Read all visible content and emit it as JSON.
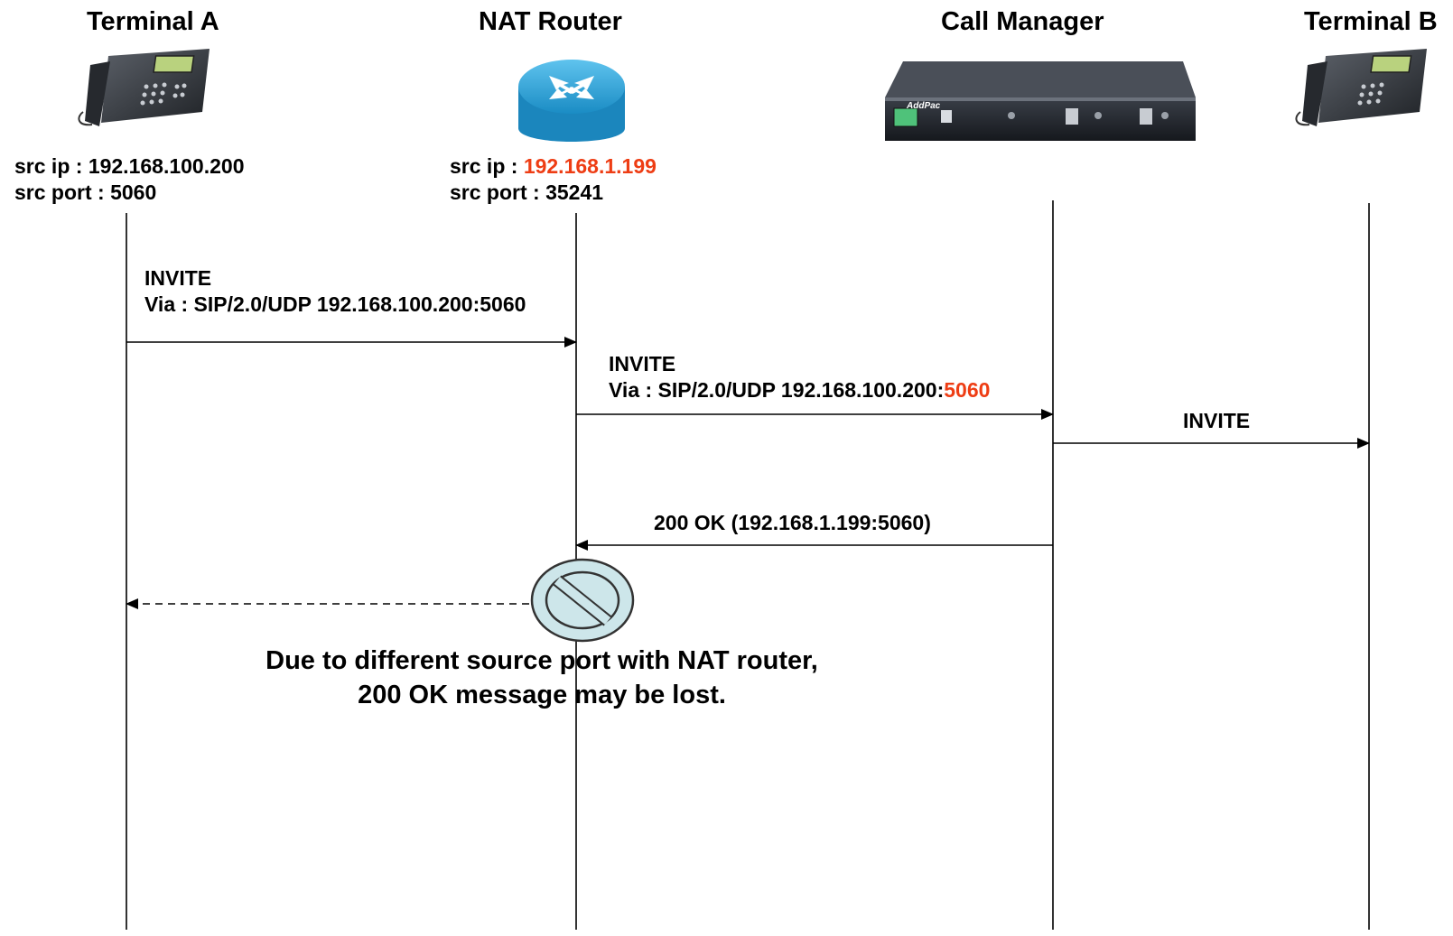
{
  "colors": {
    "highlight": "#ee3d14",
    "line": "#000000",
    "forbidden_fill": "#cde6ea",
    "forbidden_stroke": "#333333"
  },
  "participants": [
    {
      "name": "Terminal A",
      "icon": "desk-phone-icon"
    },
    {
      "name": "NAT Router",
      "icon": "router-icon"
    },
    {
      "name": "Call Manager",
      "icon": "rack-gateway-icon"
    },
    {
      "name": "Terminal B",
      "icon": "desk-phone-icon"
    }
  ],
  "call_manager_brand": "AddPac",
  "terminal_a_info": {
    "ip_label": "src ip : ",
    "ip": "192.168.100.200",
    "port_label": "src port : ",
    "port": "5060"
  },
  "nat_info": {
    "ip_label": "src ip : ",
    "ip": "192.168.1.199",
    "port_label": "src port : ",
    "port": "35241"
  },
  "messages": [
    {
      "line1": "INVITE",
      "line2": "Via : SIP/2.0/UDP 192.168.100.200:5060"
    },
    {
      "line1": "INVITE",
      "line2_prefix": "Via : SIP/2.0/UDP 192.168.100.200:",
      "line2_port": "5060"
    },
    {
      "line1": "INVITE"
    },
    {
      "line1": "200 OK (192.168.1.199:5060)"
    }
  ],
  "note": {
    "line1": "Due to different source port with NAT router,",
    "line2": "200 OK message may be lost."
  }
}
